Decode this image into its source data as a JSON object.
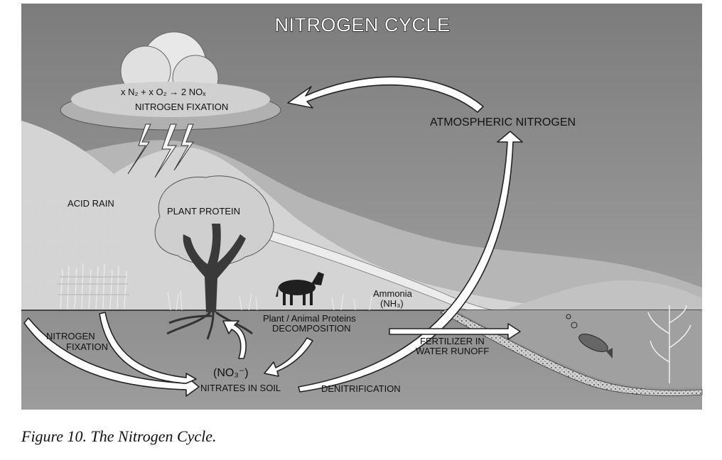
{
  "title": "NITROGEN CYCLE",
  "caption": "Figure 10. The Nitrogen Cycle.",
  "labels": {
    "cloud_equation": "x N₂ + x O₂ → 2 NOₓ",
    "nitrogen_fixation_cloud": "NITROGEN FIXATION",
    "atmospheric_nitrogen": "ATMOSPHERIC NITROGEN",
    "acid_rain": "ACID RAIN",
    "plant_protein": "PLANT PROTEIN",
    "ammonia": "Ammonia",
    "ammonia_formula": "(NH₃)",
    "decomposition_line1": "Plant / Animal Proteins",
    "decomposition_line2": "DECOMPOSITION",
    "fertilizer_line1": "FERTILIZER IN",
    "fertilizer_line2": "WATER RUNOFF",
    "nitrogen_fixation_soil_line1": "NITROGEN",
    "nitrogen_fixation_soil_line2": "FIXATION",
    "nitrate_formula": "(NO₃⁻)",
    "nitrates_in_soil": "NITRATES IN SOIL",
    "denitrification": "DENITRIFICATION"
  },
  "colors": {
    "sky": "#8e8e8e",
    "mountain_far": "#b4b4b4",
    "mountain_near": "#d2d2d2",
    "ground": "#a9a9a9",
    "soil": "#8a8a8a",
    "arrow_fill": "#ffffff"
  },
  "icons": [
    "cloud-icon",
    "lightning-icon",
    "tree-icon",
    "donkey-icon",
    "corn-icon",
    "fish-icon",
    "cornstalk-icon"
  ]
}
